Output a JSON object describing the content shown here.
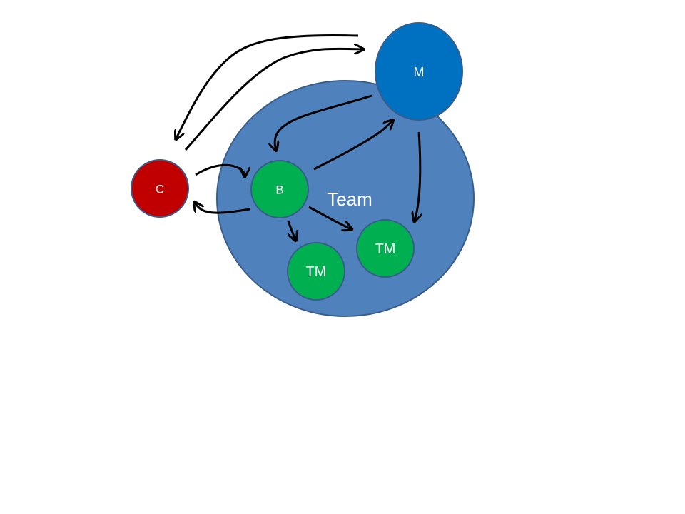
{
  "diagram": {
    "type": "flow",
    "colors": {
      "team": "#4F81BD",
      "team_border": "#385D8A",
      "manager": "#0070C0",
      "customer": "#C00000",
      "member": "#00B050",
      "node_border": "#3A5F8A",
      "edge": "#000000",
      "text": "#FFFFFF"
    },
    "nodes": {
      "team": {
        "label": "Team"
      },
      "manager": {
        "label": "M"
      },
      "customer": {
        "label": "C"
      },
      "broker": {
        "label": "B"
      },
      "member1": {
        "label": "TM"
      },
      "member2": {
        "label": "TM"
      }
    },
    "edges": [
      {
        "from": "manager",
        "to": "customer"
      },
      {
        "from": "customer",
        "to": "manager"
      },
      {
        "from": "manager",
        "to": "broker"
      },
      {
        "from": "broker",
        "to": "manager"
      },
      {
        "from": "manager",
        "to": "member2"
      },
      {
        "from": "customer",
        "to": "broker"
      },
      {
        "from": "broker",
        "to": "customer"
      },
      {
        "from": "broker",
        "to": "member1"
      },
      {
        "from": "broker",
        "to": "member2"
      }
    ]
  }
}
